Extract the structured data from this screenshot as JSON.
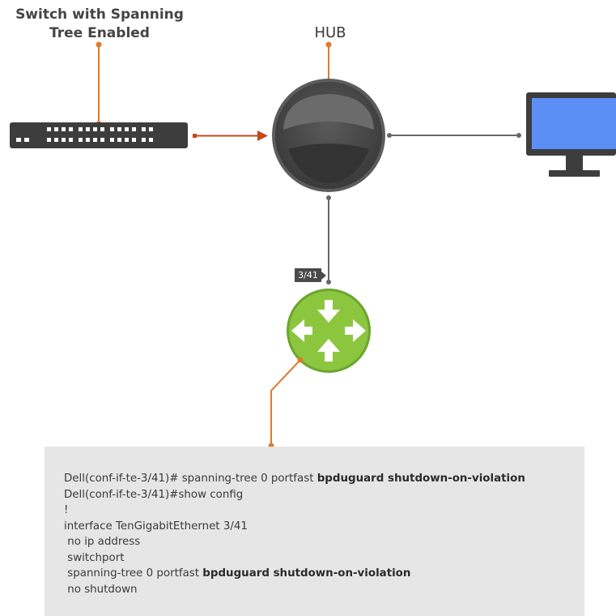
{
  "diagram": {
    "switch_label_line1": "Switch with Spanning",
    "switch_label_line2": "Tree Enabled",
    "hub_label": "HUB",
    "port_label": "3/41"
  },
  "icons": {
    "switch": "network-switch-icon",
    "hub": "hub-icon",
    "computer": "monitor-icon",
    "router": "router-icon"
  },
  "colors": {
    "callout_line": "#e07a2e",
    "link_arrow": "#c24a1c",
    "hub_fill": "#4a4a4a",
    "router_fill": "#8cc63f",
    "monitor_screen": "#5b8ff5",
    "config_background": "#e6e6e6"
  },
  "config": {
    "lines": [
      {
        "text": "Dell(conf-if-te-3/41)# spanning-tree 0 portfast ",
        "bold": "bpduguard shutdown-on-violation"
      },
      {
        "text": "Dell(conf-if-te-3/41)#show config",
        "bold": ""
      },
      {
        "text": "!",
        "bold": ""
      },
      {
        "text": "interface TenGigabitEthernet 3/41",
        "bold": ""
      },
      {
        "text": " no ip address",
        "bold": ""
      },
      {
        "text": " switchport",
        "bold": ""
      },
      {
        "text": " spanning-tree 0 portfast ",
        "bold": "bpduguard shutdown-on-violation"
      },
      {
        "text": " no shutdown",
        "bold": ""
      }
    ]
  }
}
